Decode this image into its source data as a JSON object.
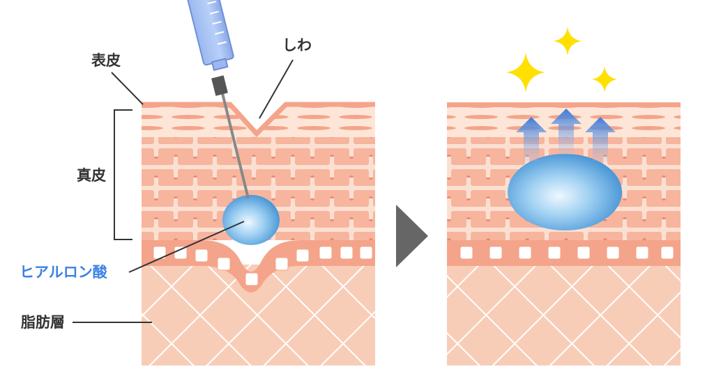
{
  "labels": {
    "epidermis": "表皮",
    "wrinkle": "しわ",
    "dermis": "真皮",
    "hyaluronic_acid": "ヒアルロン酸",
    "fat_layer": "脂肪層"
  },
  "colors": {
    "label_text": "#333333",
    "hyaluronic_label": "#3b82e6",
    "skin_light": "#fce3d6",
    "skin_band": "#f4a48a",
    "cell_fill": "#f7b59e",
    "cell_nucleus": "#e98a78",
    "fat_bg": "#f8cdb8",
    "blue_drop": "#6fb6e8",
    "arrow_blue": "#4a86dd",
    "sparkle": "#ffe000",
    "divider_arrow": "#666666"
  },
  "icons": {
    "syringe": "syringe-icon",
    "sparkle": "sparkle-icon",
    "next_arrow": "triangle-right-icon",
    "lift_arrows": "arrow-up-icon"
  }
}
